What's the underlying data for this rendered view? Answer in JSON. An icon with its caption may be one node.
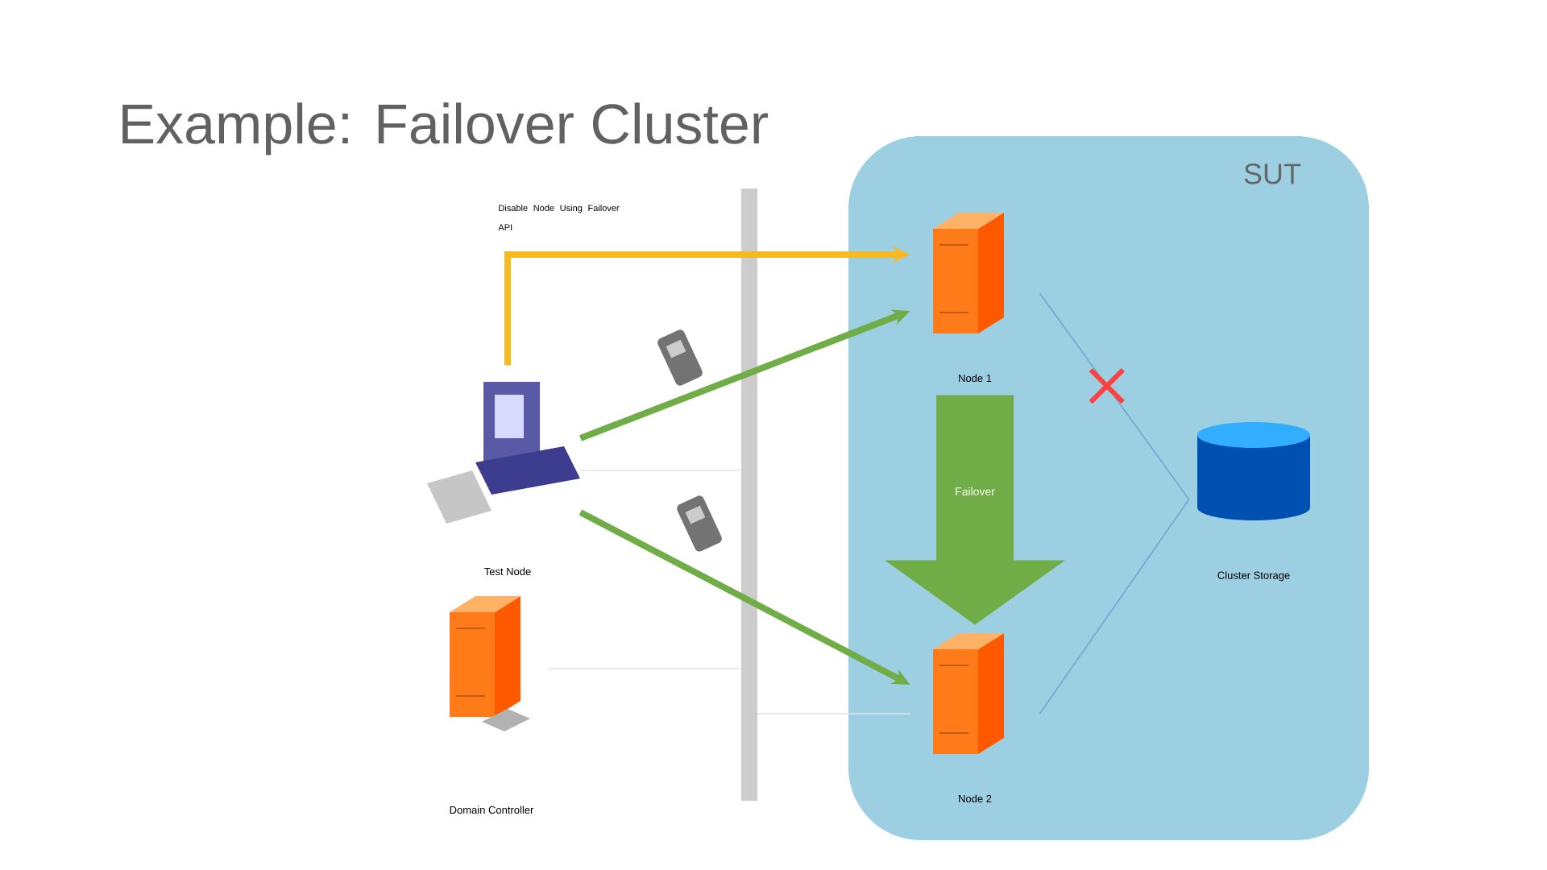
{
  "diagram": {
    "title": "Example: Failover Cluster",
    "nodes": [
      {
        "text": [
          "SUT"
        ]
      },
      {
        "text": [
          "Test Node"
        ]
      },
      {
        "text": [
          "Domain Controller"
        ]
      },
      {
        "text": [],
        "shape": "bar"
      },
      {
        "text": [
          "Node 1"
        ],
        "in": 0
      },
      {
        "text": [
          "Node 2"
        ],
        "in": 0
      },
      {
        "text": [
          "Cluster Storage"
        ],
        "in": 0
      }
    ],
    "edges": [
      {
        "from": 1,
        "to": 4,
        "arrow": "to",
        "label": "Disable Node Using Failover API",
        "style": "thick",
        "color": "#f5b921"
      },
      {
        "from": 1,
        "to": 4,
        "arrow": "to",
        "style": "thick",
        "color": "#70ad47"
      },
      {
        "from": 1,
        "to": 5,
        "arrow": "to",
        "style": "thick",
        "color": "#70ad47"
      },
      {
        "from": 4,
        "to": 5,
        "arrow": "to",
        "label": "Failover",
        "style": "thick",
        "color": "#70ad47"
      },
      {
        "from": 4,
        "to": 6,
        "arrow": "none",
        "color": "#6fa8d6"
      },
      {
        "from": 5,
        "to": 6,
        "arrow": "none",
        "color": "#6fa8d6"
      },
      {
        "from": 1,
        "to": 3,
        "arrow": "none",
        "color": "#e4e4e4"
      },
      {
        "from": 2,
        "to": 3,
        "arrow": "none",
        "color": "#e4e4e4"
      },
      {
        "from": 3,
        "to": 5,
        "arrow": "none",
        "color": "#e4e4e4"
      }
    ]
  }
}
